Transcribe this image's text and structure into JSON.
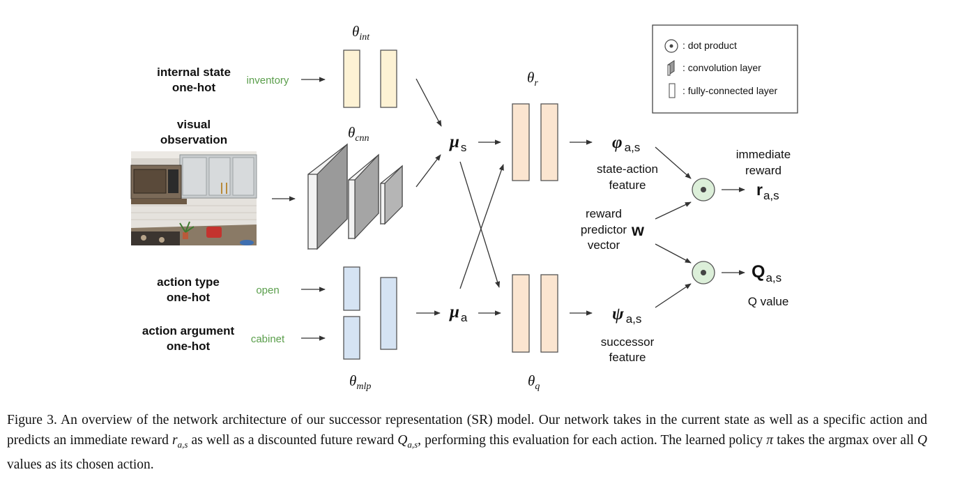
{
  "inputs": {
    "internal_state": [
      "internal state",
      "one-hot"
    ],
    "internal_state_value": "inventory",
    "visual": [
      "visual",
      "observation"
    ],
    "action_type": [
      "action type",
      "one-hot"
    ],
    "action_type_value": "open",
    "action_argument": [
      "action argument",
      "one-hot"
    ],
    "action_argument_value": "cabinet"
  },
  "params": {
    "int": {
      "base": "θ",
      "sub": "int"
    },
    "cnn": {
      "base": "θ",
      "sub": "cnn"
    },
    "mlp": {
      "base": "θ",
      "sub": "mlp"
    },
    "r": {
      "base": "θ",
      "sub": "r"
    },
    "q": {
      "base": "θ",
      "sub": "q"
    }
  },
  "nodes": {
    "mu_s": {
      "sym": "μ",
      "sub": "s"
    },
    "mu_a": {
      "sym": "μ",
      "sub": "a"
    },
    "phi": {
      "sym": "φ",
      "sub": "a,s",
      "label": [
        "state-action",
        "feature"
      ]
    },
    "psi": {
      "sym": "ψ",
      "sub": "a,s",
      "label": [
        "successor",
        "feature"
      ]
    },
    "w": {
      "label": [
        "reward",
        "predictor",
        "vector"
      ],
      "sym": "w"
    },
    "r_out": {
      "label": [
        "immediate",
        "reward"
      ],
      "sym": "r",
      "sub": "a,s"
    },
    "q_out": {
      "sym": "Q",
      "sub": "a,s",
      "label": "Q value"
    }
  },
  "legend": {
    "dot": ": dot product",
    "conv": ": convolution layer",
    "fc": ": fully-connected layer"
  },
  "colors": {
    "int_layer": "#fdf2d4",
    "mlp_layer": "#d5e3f3",
    "head_layer": "#fbe5d0",
    "dot_fill": "#dcefd9",
    "input_value": "#5a9e4b",
    "conv_front": "#f2f2f2",
    "conv_side": "#9a9a9a"
  },
  "caption": {
    "p1": "Figure 3. An overview of the network architecture of our successor representation (SR) model. Our network takes in the current state as well as a specific action and predicts an immediate reward ",
    "r_sym": "r",
    "r_sub": "a,s",
    "p2": " as well as a discounted future reward ",
    "q_sym": "Q",
    "q_sub": "a,s",
    "p3": ", performing this evaluation for each action. The learned policy ",
    "pi_sym": "π",
    "p4": " takes the argmax over all ",
    "q2_sym": "Q",
    "p5": " values as its chosen action."
  }
}
